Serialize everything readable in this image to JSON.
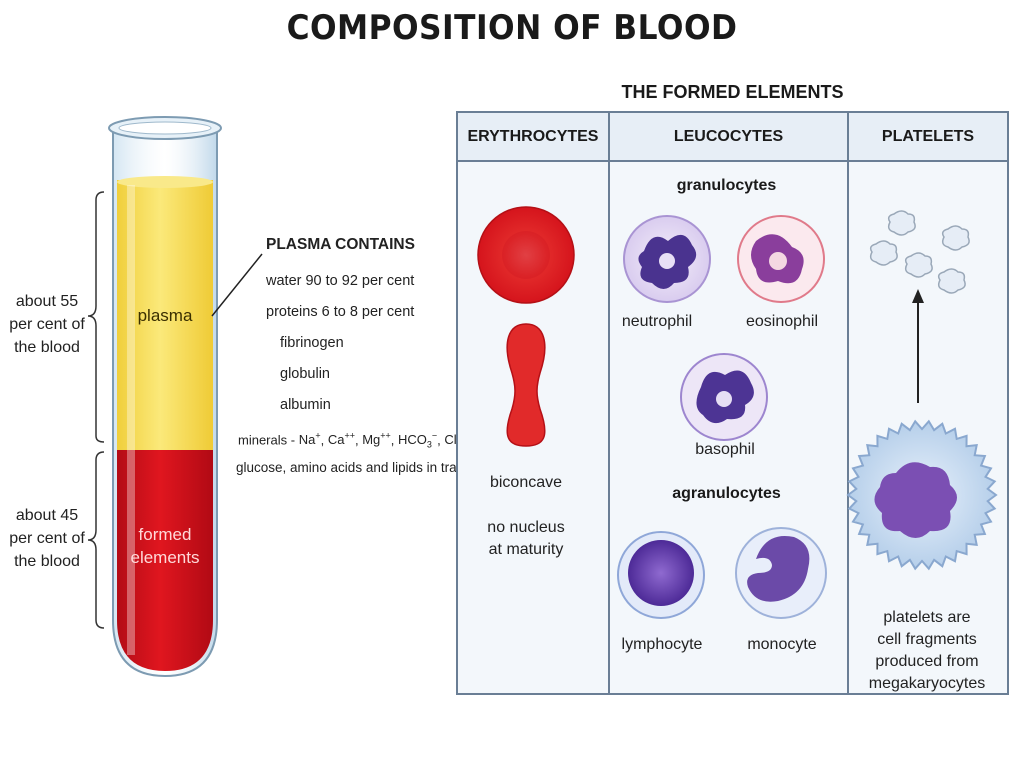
{
  "title": "COMPOSITION OF BLOOD",
  "tube": {
    "upper_side_label": [
      "about 55",
      "per cent of",
      "the blood"
    ],
    "lower_side_label": [
      "about 45",
      "per cent of",
      "the blood"
    ],
    "plasma_label": "plasma",
    "formed_label": [
      "formed",
      "elements"
    ],
    "plasma_color": "#f7e06a",
    "formed_color": "#d5121c"
  },
  "plasma_contains": {
    "heading": "PLASMA CONTAINS",
    "items": [
      {
        "text": "water 90 to 92 per cent",
        "indent": 28
      },
      {
        "text": "proteins 6 to 8 per cent",
        "indent": 28
      },
      {
        "text": "fibrinogen",
        "indent": 42
      },
      {
        "text": "globulin",
        "indent": 42
      },
      {
        "text": "albumin",
        "indent": 42
      }
    ],
    "minerals_prefix": "minerals - ",
    "minerals": [
      {
        "base": "Na",
        "sup": "+"
      },
      {
        "base": "Ca",
        "sup": "++"
      },
      {
        "base": "Mg",
        "sup": "++"
      },
      {
        "base": "HCO",
        "sub": "3",
        "sup": "−"
      },
      {
        "base": "Cl",
        "sup": "−"
      }
    ],
    "glucose": "glucose, amino acids and lipids in transit"
  },
  "formed_elements": {
    "title": "THE FORMED ELEMENTS",
    "columns": [
      "ERYTHROCYTES",
      "LEUCOCYTES",
      "PLATELETS"
    ],
    "erythrocytes": {
      "label1": "biconcave",
      "label2": [
        "no nucleus",
        "at maturity"
      ]
    },
    "leucocytes": {
      "granulocytes_heading": "granulocytes",
      "neutrophil": "neutrophil",
      "eosinophil": "eosinophil",
      "basophil": "basophil",
      "agranulocytes_heading": "agranulocytes",
      "lymphocyte": "lymphocyte",
      "monocyte": "monocyte"
    },
    "platelets": {
      "caption": [
        "platelets are",
        "cell fragments",
        "produced from",
        "megakaryocytes"
      ]
    }
  }
}
